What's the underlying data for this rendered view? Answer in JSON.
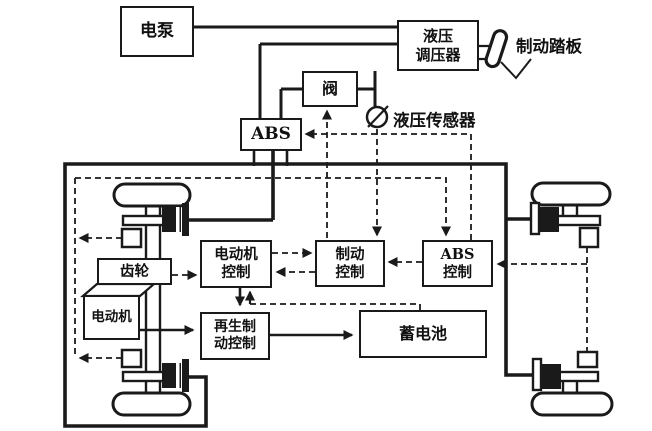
{
  "diagram": {
    "description": "Hybrid vehicle regenerative / ABS braking system block diagram",
    "boxes": {
      "pump": "电泵",
      "regulator": "液压\n调压器",
      "valve": "阀",
      "abs": "ABS",
      "motor_control": "电动机\n控制",
      "brake_control": "制动\n控制",
      "abs_control": "ABS\n控制",
      "gear": "齿轮",
      "motor": "电动机",
      "regen_control": "再生制\n动控制",
      "battery": "蓄电池"
    },
    "labels": {
      "brake_pedal": "制动踏板",
      "pressure_sensor": "液压传感器"
    },
    "colors": {
      "ink": "#1a1a1a",
      "background": "#ffffff"
    },
    "connections": [
      {
        "from": "电泵",
        "to": "液压调压器",
        "style": "solid",
        "arrow": false
      },
      {
        "from": "液压调压器",
        "to": "ABS",
        "style": "solid",
        "arrow": false
      },
      {
        "from": "液压调压器",
        "to": "制动踏板",
        "style": "solid",
        "arrow": false
      },
      {
        "from": "阀",
        "to": "ABS",
        "style": "solid",
        "arrow": false
      },
      {
        "from": "液压调压器",
        "to": "液压传感器",
        "style": "solid",
        "arrow": false
      },
      {
        "from": "ABS",
        "to": "四轮制动管路",
        "style": "solid",
        "arrow": false
      },
      {
        "from": "制动控制",
        "to": "阀",
        "style": "dashed",
        "arrow": true
      },
      {
        "from": "液压传感器",
        "to": "制动控制",
        "style": "dashed",
        "arrow": true
      },
      {
        "from": "ABS控制",
        "to": "ABS",
        "style": "dashed",
        "arrow": true
      },
      {
        "from": "左轮速传感器",
        "to": "ABS控制",
        "style": "dashed",
        "arrow": true
      },
      {
        "from": "右轮速传感器",
        "to": "ABS控制",
        "style": "dashed",
        "arrow": true
      },
      {
        "from": "齿轮",
        "to": "电动机控制",
        "style": "dashed",
        "arrow": true
      },
      {
        "from": "电动机控制",
        "to": "制动控制",
        "style": "dashed",
        "arrow": true
      },
      {
        "from": "制动控制",
        "to": "电动机控制",
        "style": "dashed",
        "arrow": true
      },
      {
        "from": "ABS控制",
        "to": "制动控制",
        "style": "dashed",
        "arrow": true
      },
      {
        "from": "电动机",
        "to": "再生制动控制",
        "style": "solid",
        "arrow": true
      },
      {
        "from": "电动机控制",
        "to": "再生制动控制",
        "style": "solid",
        "arrow": true
      },
      {
        "from": "再生制动控制",
        "to": "蓄电池",
        "style": "solid",
        "arrow": true
      },
      {
        "from": "蓄电池",
        "to": "电动机控制",
        "style": "dashed",
        "arrow": true
      }
    ]
  }
}
